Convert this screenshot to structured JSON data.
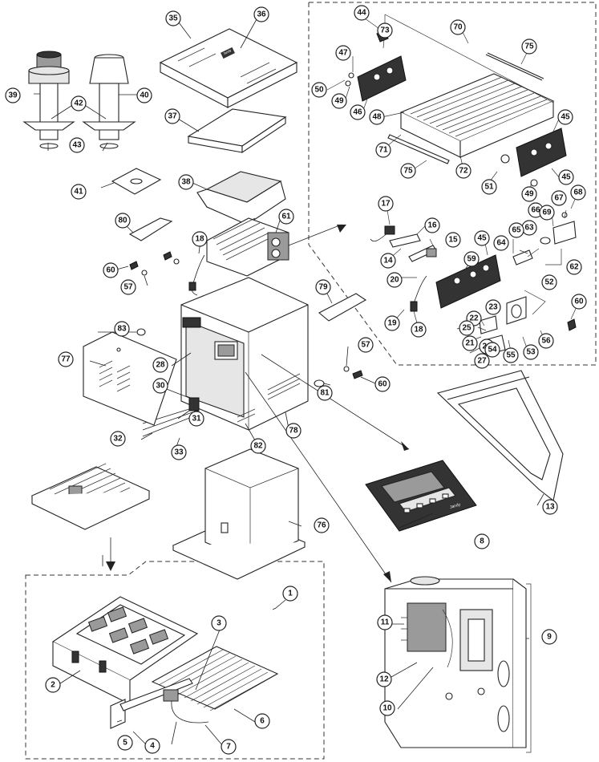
{
  "figure": {
    "type": "exploded-parts-diagram",
    "callouts": {
      "c1": "1",
      "c2": "2",
      "c3": "3",
      "c4": "4",
      "c5": "5",
      "c6": "6",
      "c7": "7",
      "c8": "8",
      "c9": "9",
      "c10": "10",
      "c11": "11",
      "c12": "12",
      "c13": "13",
      "c14": "14",
      "c15": "15",
      "c16": "16",
      "c17": "17",
      "c18a": "18",
      "c18b": "18",
      "c19": "19",
      "c20": "20",
      "c21": "21",
      "c22": "22",
      "c23": "23",
      "c25": "25",
      "c26": "26",
      "c27": "27",
      "c28": "28",
      "c30": "30",
      "c31": "31",
      "c32": "32",
      "c33": "33",
      "c35": "35",
      "c36": "36",
      "c37": "37",
      "c38": "38",
      "c39": "39",
      "c40": "40",
      "c41": "41",
      "c42": "42",
      "c43": "43",
      "c44": "44",
      "c45a": "45",
      "c45b": "45",
      "c45c": "45",
      "c46": "46",
      "c47": "47",
      "c48": "48",
      "c49a": "49",
      "c49b": "49",
      "c50": "50",
      "c51": "51",
      "c52": "52",
      "c53": "53",
      "c54": "54",
      "c55": "55",
      "c56": "56",
      "c57a": "57",
      "c57b": "57",
      "c59": "59",
      "c60a": "60",
      "c60b": "60",
      "c60c": "60",
      "c61": "61",
      "c62": "62",
      "c63": "63",
      "c64": "64",
      "c65": "65",
      "c66": "66",
      "c67": "67",
      "c68": "68",
      "c69": "69",
      "c70": "70",
      "c71": "71",
      "c72": "72",
      "c73": "73",
      "c75a": "75",
      "c75b": "75",
      "c76": "76",
      "c77": "77",
      "c78": "78",
      "c79": "79",
      "c80": "80",
      "c81": "81",
      "c82": "82",
      "c83": "83"
    },
    "panel_text": {
      "lid_logo": "Jandy",
      "keypad_logo": "Jandy"
    }
  }
}
